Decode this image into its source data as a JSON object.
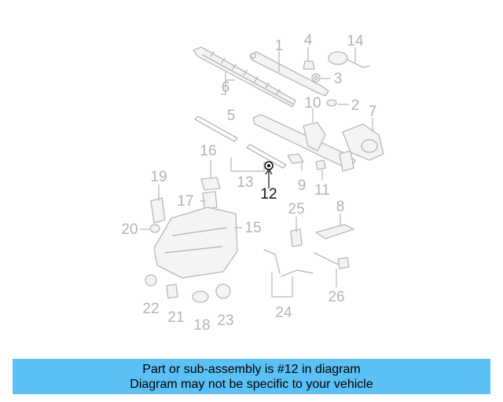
{
  "diagram": {
    "highlight_color": "#111111",
    "inactive_color": "#b4b4b4",
    "callouts": [
      {
        "id": "1",
        "label": "1",
        "active": false
      },
      {
        "id": "2",
        "label": "2",
        "active": false
      },
      {
        "id": "3",
        "label": "3",
        "active": false
      },
      {
        "id": "4",
        "label": "4",
        "active": false
      },
      {
        "id": "5",
        "label": "5",
        "active": false
      },
      {
        "id": "6",
        "label": "6",
        "active": false
      },
      {
        "id": "7",
        "label": "7",
        "active": false
      },
      {
        "id": "8",
        "label": "8",
        "active": false
      },
      {
        "id": "9",
        "label": "9",
        "active": false
      },
      {
        "id": "10",
        "label": "10",
        "active": false
      },
      {
        "id": "11",
        "label": "11",
        "active": false
      },
      {
        "id": "12",
        "label": "12",
        "active": true
      },
      {
        "id": "13",
        "label": "13",
        "active": false
      },
      {
        "id": "14",
        "label": "14",
        "active": false
      },
      {
        "id": "15",
        "label": "15",
        "active": false
      },
      {
        "id": "16",
        "label": "16",
        "active": false
      },
      {
        "id": "17",
        "label": "17",
        "active": false
      },
      {
        "id": "18",
        "label": "18",
        "active": false
      },
      {
        "id": "19",
        "label": "19",
        "active": false
      },
      {
        "id": "20",
        "label": "20",
        "active": false
      },
      {
        "id": "21",
        "label": "21",
        "active": false
      },
      {
        "id": "22",
        "label": "22",
        "active": false
      },
      {
        "id": "23",
        "label": "23",
        "active": false
      },
      {
        "id": "24",
        "label": "24",
        "active": false
      },
      {
        "id": "25",
        "label": "25",
        "active": false
      },
      {
        "id": "26",
        "label": "26",
        "active": false
      }
    ]
  },
  "banner": {
    "background": "#5bc0f4",
    "line1": "Part or sub-assembly is #12 in diagram",
    "line2": "Diagram may not be specific to your vehicle"
  }
}
